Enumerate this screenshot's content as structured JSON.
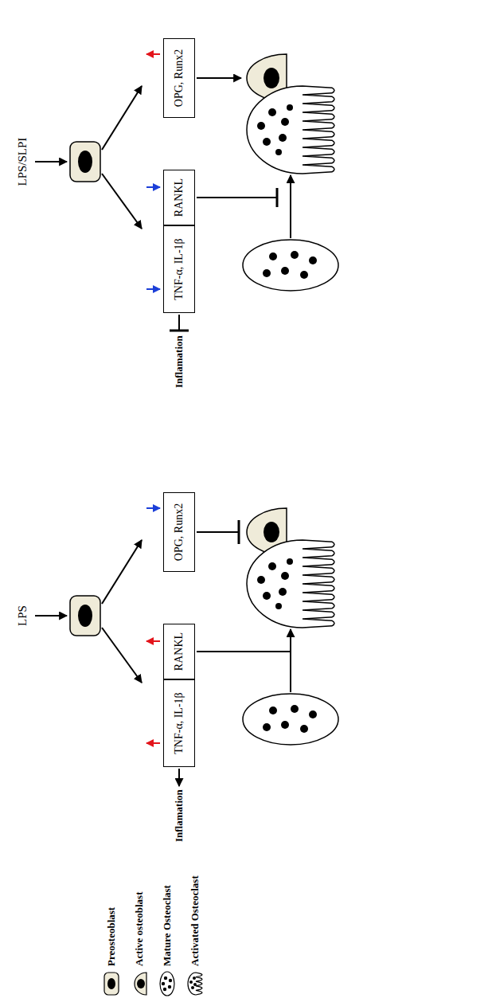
{
  "diagram": {
    "nodes": [
      {
        "text": [
          "TNF-α, IL-1β"
        ]
      },
      {
        "text": [
          "RANKL"
        ]
      },
      {
        "text": [
          "OPG, Runx2"
        ]
      },
      {
        "text": [
          "TNF-α, IL-1β"
        ]
      },
      {
        "text": [
          "RANKL"
        ]
      },
      {
        "text": [
          "OPG, Runx2"
        ]
      }
    ],
    "labels": [
      "LPS",
      "Inflamation",
      "LPS/SLPI",
      "Inflamation"
    ],
    "legend": [
      {
        "text": "Preosteoblast"
      },
      {
        "text": "Active osteoblast"
      },
      {
        "text": "Mature Osteoclast"
      },
      {
        "text": "Activated Osteoclast"
      }
    ]
  }
}
